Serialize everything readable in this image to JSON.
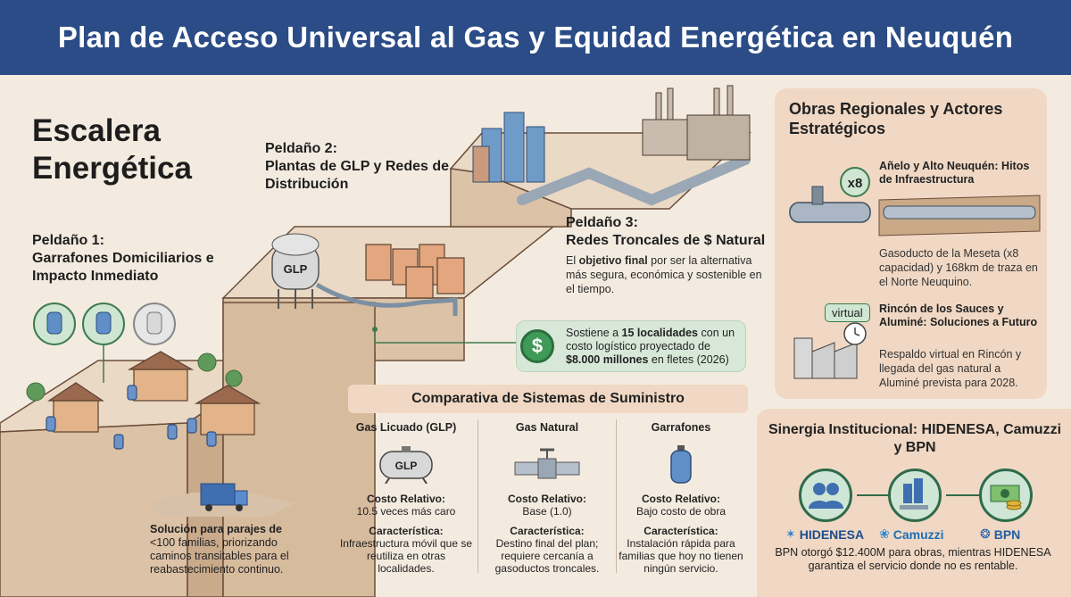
{
  "header": {
    "title": "Plan de Acceso Universal al Gas y Equidad Energética en Neuquén"
  },
  "escalera": {
    "title": "Escalera Energética"
  },
  "step1": {
    "lead": "Peldaño 1:",
    "title": "Garrafones Domiciliarios e Impacto Inmediato",
    "caption_bold": "Solución para parajes de",
    "caption_rest": "<100 familias, priorizando caminos transitables para el reabastecimiento continuo."
  },
  "step2": {
    "lead": "Peldaño 2:",
    "title": "Plantas de GLP y Redes de Distribución",
    "tank_label": "GLP"
  },
  "step3": {
    "lead": "Peldaño 3:",
    "title": "Redes Troncales de $ Natural",
    "desc_pre": "El ",
    "desc_bold": "objetivo final",
    "desc_post": " por ser la alternativa más segura, económica y sostenible en el tiempo."
  },
  "sustain": {
    "coin": "$",
    "pre": "Sostiene a ",
    "bold1": "15 localidades",
    "mid": " con un costo logístico proyectado de ",
    "bold2": "$8.000 millones",
    "post": " en fletes (2026)"
  },
  "comparativa": {
    "title": "Comparativa de Sistemas de Suministro",
    "cost_label": "Costo Relativo:",
    "char_label": "Característica:",
    "columns": [
      {
        "name": "Gas Licuado (GLP)",
        "icon_label": "GLP",
        "cost": "10.5 veces más caro",
        "char": "Infraestructura móvil que se reutiliza en otras localidades."
      },
      {
        "name": "Gas Natural",
        "cost": "Base (1.0)",
        "char": "Destino final del plan; requiere cercanía a gasoductos troncales."
      },
      {
        "name": "Garrafones",
        "cost": "Bajo costo de obra",
        "char": "Instalación rápida para familias que hoy no tienen ningún servicio."
      }
    ]
  },
  "obras": {
    "title": "Obras Regionales y Actores Estratégicos",
    "item1": {
      "badge": "x8",
      "subtitle": "Añelo y Alto Neuquén: Hitos de Infraestructura",
      "desc": "Gasoducto de la Meseta (x8 capacidad) y 168km de traza en el Norte Neuquino."
    },
    "item2": {
      "badge": "virtual",
      "subtitle": "Rincón de los Sauces y Aluminé: Soluciones a Futuro",
      "desc": "Respaldo virtual en Rincón y llegada del gas natural a Aluminé prevista para 2028."
    }
  },
  "sinergia": {
    "title": "Sinergia Institucional: HIDENESA, Camuzzi y BPN",
    "brands": [
      "HIDENESA",
      "Camuzzi",
      "BPN"
    ],
    "desc": "BPN otorgó $12.400M para obras, mientras HIDENESA garantiza el servicio donde no es rentable."
  },
  "colors": {
    "header_bg": "#2b4c86",
    "panel": "#f0d8c4",
    "green_box": "#d7e8d8",
    "terrain": "#e2cdb6"
  }
}
